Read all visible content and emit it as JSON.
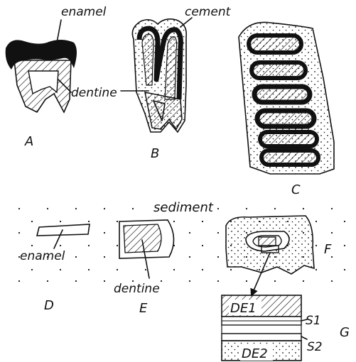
{
  "labels": {
    "enamel_a": "enamel",
    "dentine_a": "dentine",
    "cement_b": "cement",
    "panel_a": "A",
    "panel_b": "B",
    "panel_c": "C",
    "sediment": "sediment",
    "enamel_d": "enamel",
    "dentine_e": "dentine",
    "panel_d": "D",
    "panel_e": "E",
    "panel_f": "F",
    "panel_g": "G",
    "de1": "DE1",
    "de2": "DE2",
    "s1": "S1",
    "s2": "S2"
  },
  "colors": {
    "ink": "#111111",
    "paper": "#ffffff"
  }
}
